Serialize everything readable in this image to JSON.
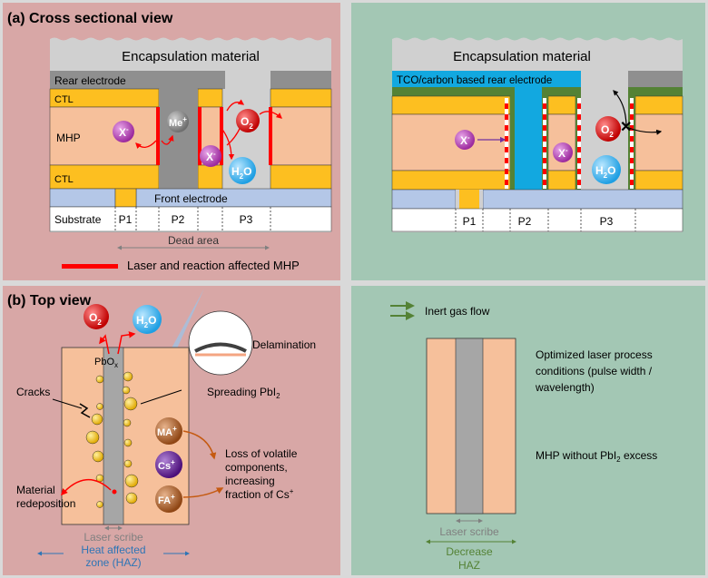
{
  "panel_a": {
    "title": "(a) Cross sectional view",
    "encapsulation": "Encapsulation material",
    "rear_electrode": "Rear electrode",
    "ctl": "CTL",
    "mhp": "MHP",
    "front_electrode": "Front electrode",
    "substrate": "Substrate",
    "p1": "P1",
    "p2": "P2",
    "p3": "P3",
    "dead_area": "Dead area",
    "legend": "Laser and reaction affected MHP",
    "tco_rear": "TCO/carbon based rear electrode",
    "ion_x": "X",
    "ion_x_sup": "-",
    "ion_me": "Me",
    "ion_me_sup": "+",
    "o2": "O",
    "o2_sub": "2",
    "h2o_h": "H",
    "h2o_sub": "2",
    "h2o_o": "O"
  },
  "panel_b": {
    "title": "(b) Top view",
    "pbox": "PbO",
    "pbox_sub": "x",
    "delamination": "Delamination",
    "cracks": "Cracks",
    "spreading": "Spreading PbI",
    "spreading_sub": "2",
    "ma": "MA",
    "cs": "Cs",
    "fa": "FA",
    "ion_sup": "+",
    "loss_line1": "Loss of volatile",
    "loss_line2": "components,",
    "loss_line3": "increasing",
    "loss_line4": "fraction of Cs",
    "loss_sup": "+",
    "redep_line1": "Material",
    "redep_line2": "redeposition",
    "laser_scribe": "Laser scribe",
    "haz_line1": "Heat affected",
    "haz_line2": "zone (HAZ)",
    "inert_gas": "Inert gas flow",
    "optimized_line1": "Optimized laser process",
    "optimized_line2": "conditions (pulse width /",
    "optimized_line3": "wavelength)",
    "no_pbi2": "MHP without PbI",
    "no_pbi2_sub": "2",
    "no_pbi2_tail": " excess",
    "laser_scribe_right": "Laser scribe",
    "decrease": "Decrease",
    "haz": "HAZ"
  },
  "colors": {
    "pink_bg": "#d8a7a6",
    "green_bg": "#a3c7b4",
    "encapsulation": "#d0d0d0",
    "rear_electrode": "#8f8f8f",
    "ctl": "#fdbf20",
    "mhp": "#f6c09b",
    "front_electrode": "#b4c7e7",
    "tco": "#12a8e0",
    "dark_green": "#548235",
    "laser_red": "#ff0000"
  }
}
